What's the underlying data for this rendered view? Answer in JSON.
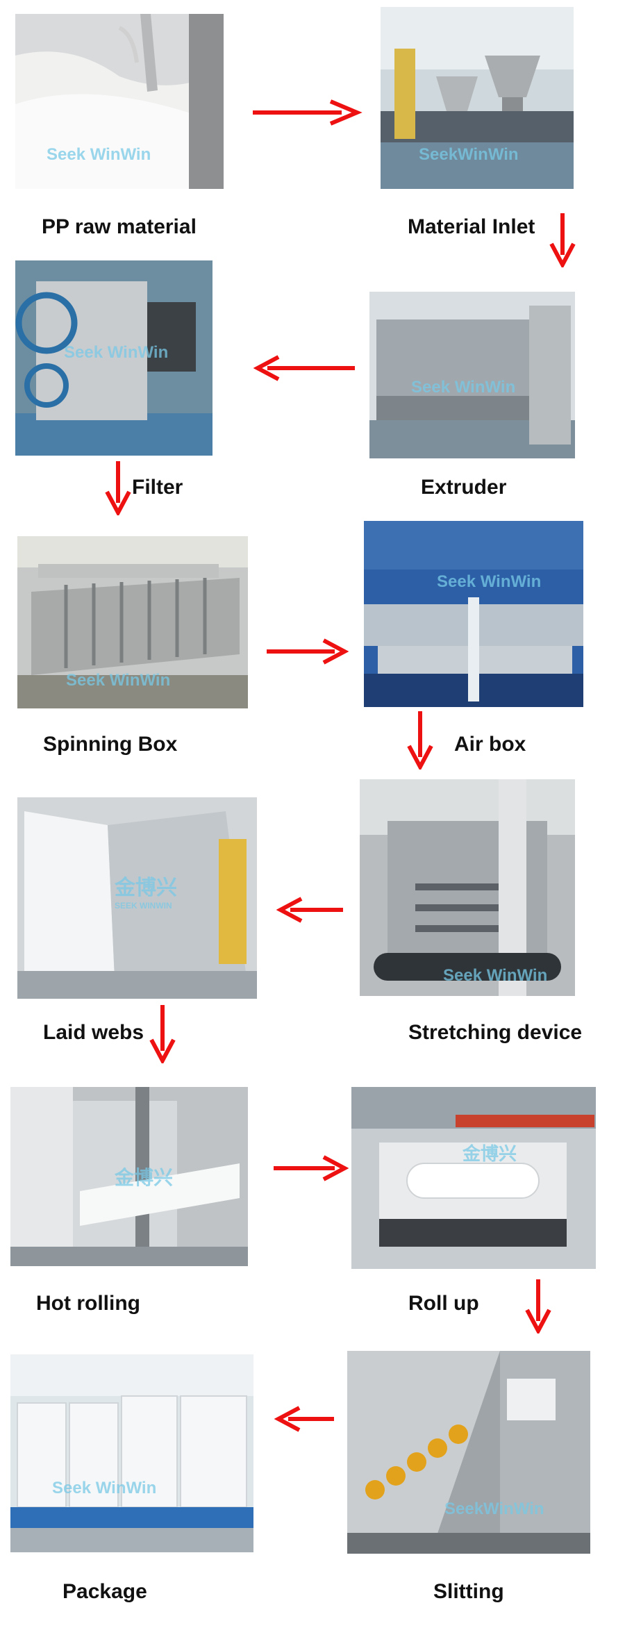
{
  "steps": [
    {
      "label": "PP raw material"
    },
    {
      "label": "Material Inlet"
    },
    {
      "label": "Filter"
    },
    {
      "label": "Extruder"
    },
    {
      "label": "Spinning Box"
    },
    {
      "label": "Air box"
    },
    {
      "label": "Laid webs"
    },
    {
      "label": "Stretching device"
    },
    {
      "label": "Hot rolling"
    },
    {
      "label": "Roll up"
    },
    {
      "label": "Package"
    },
    {
      "label": "Slitting"
    }
  ],
  "watermarks": {
    "seek_winwin": "Seek WinWin",
    "seekwinwin": "SeekWinWin",
    "brand_cn": "金博兴",
    "brand_en": "SEEK WINWIN"
  },
  "colors": {
    "arrow": "#ee1111",
    "label": "#111111"
  }
}
